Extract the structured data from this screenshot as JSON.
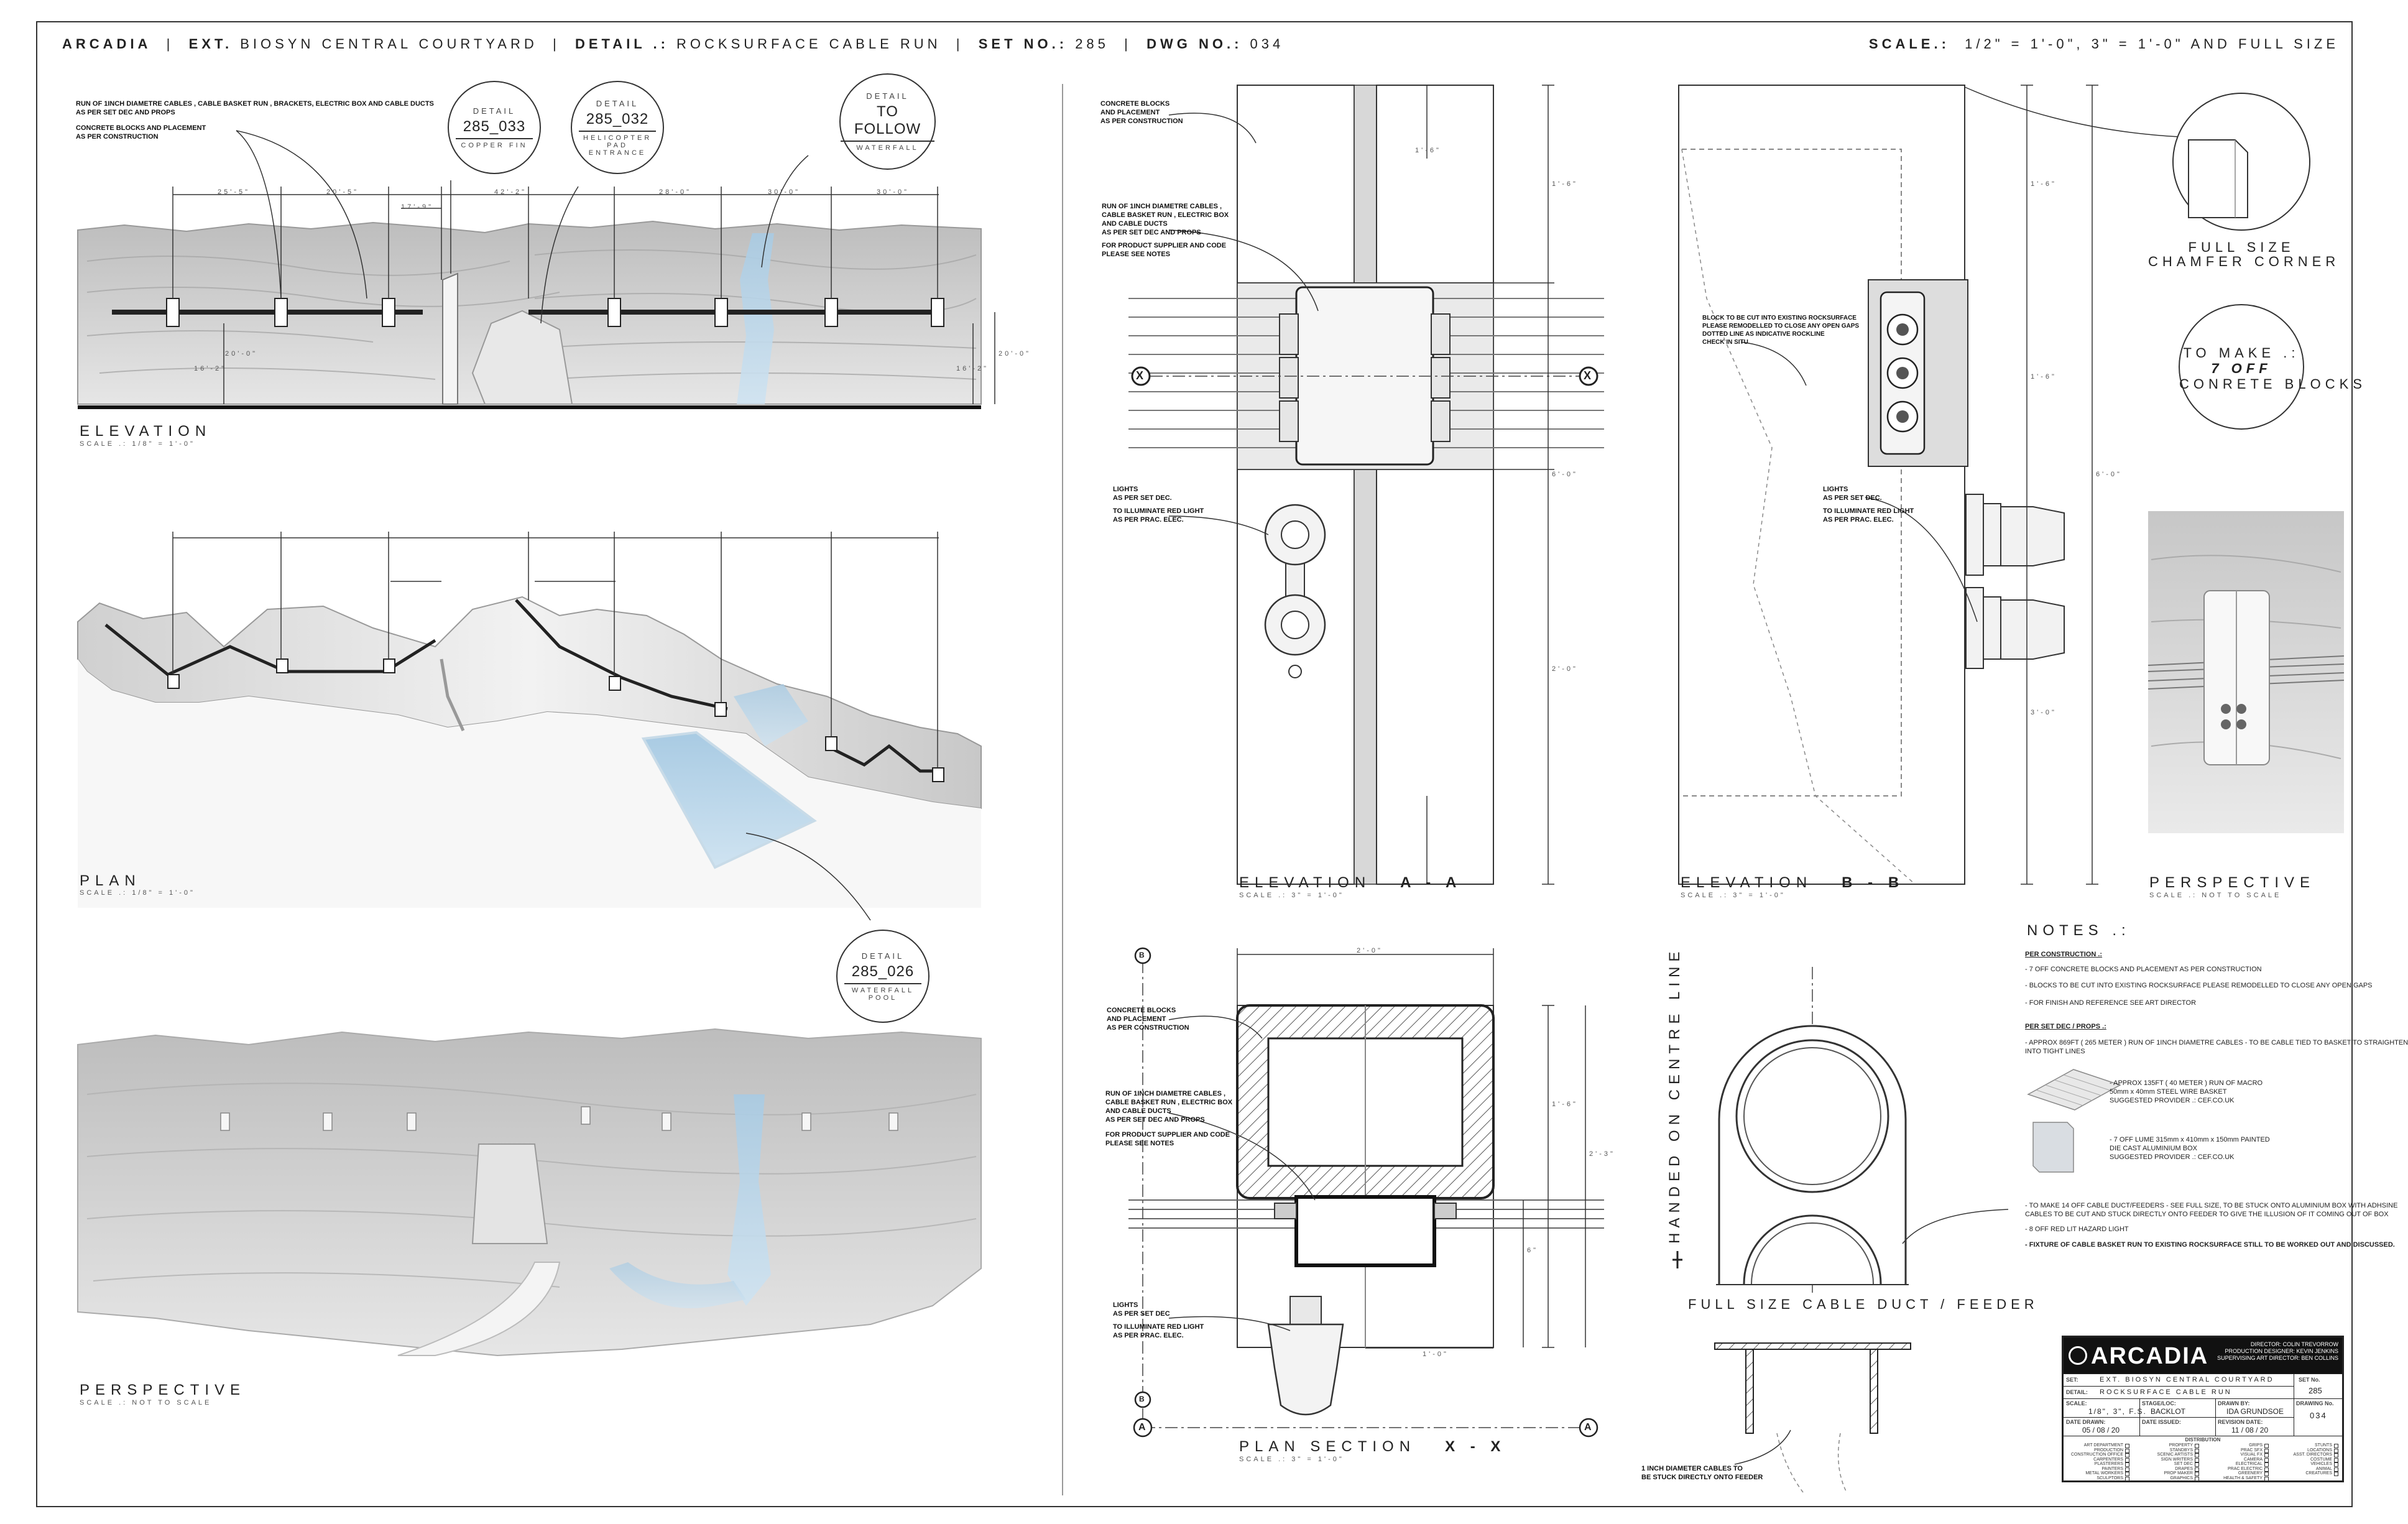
{
  "header": {
    "project": "ARCADIA",
    "ext_label": "EXT.",
    "ext_value": "BIOSYN CENTRAL COURTYARD",
    "detail_label": "DETAIL .:",
    "detail_value": "ROCKSURFACE CABLE RUN",
    "set_label": "SET NO.:",
    "set_value": "285",
    "dwg_label": "DWG NO.:",
    "dwg_value": "034",
    "scale_label": "SCALE.:",
    "scale_value": "1/2\" = 1'-0\",  3\" = 1'-0\"  AND FULL SIZE"
  },
  "left_panel": {
    "note_cables": "RUN OF 1INCH DIAMETRE CABLES , CABLE BASKET RUN , BRACKETS, ELECTRIC BOX AND CABLE DUCTS\nAS PER SET DEC AND PROPS",
    "note_blocks": "CONCRETE BLOCKS AND PLACEMENT\nAS PER CONSTRUCTION",
    "bubbles": [
      {
        "label": "DETAIL",
        "number": "285_033",
        "sub": "COPPER FIN"
      },
      {
        "label": "DETAIL",
        "number": "285_032",
        "sub": "HELICOPTER PAD ENTRANCE"
      },
      {
        "label": "DETAIL",
        "number": "TO FOLLOW",
        "sub": "WATERFALL"
      },
      {
        "label": "DETAIL",
        "number": "285_026",
        "sub": "WATERFALL POOL"
      }
    ],
    "elevation_title": "ELEVATION",
    "elevation_scale": "SCALE .: 1/8\" = 1'-0\"",
    "plan_title": "PLAN",
    "plan_scale": "SCALE .: 1/8\" = 1'-0\"",
    "perspective_title": "PERSPECTIVE",
    "perspective_scale": "SCALE .: NOT TO SCALE",
    "dims_top": [
      "25'-5\"",
      "20'-5\"",
      "17'-9\"",
      "42'-2\"",
      "28'-0\"",
      "30'-0\"",
      "30'-0\""
    ],
    "dims_side": [
      "16'-2\"",
      "20'-0\"",
      "16'-2\"",
      "20'-0\""
    ]
  },
  "elevation_aa": {
    "note_blocks": "CONCRETE BLOCKS\nAND PLACEMENT\nAS PER CONSTRUCTION",
    "note_cables": "RUN OF 1INCH DIAMETRE CABLES ,\nCABLE BASKET RUN , ELECTRIC BOX\nAND CABLE DUCTS\nAS PER SET DEC AND PROPS",
    "note_supplier": "FOR PRODUCT SUPPLIER AND CODE\nPLEASE SEE NOTES",
    "note_lights": "LIGHTS\nAS PER SET DEC.",
    "note_red": "TO ILLUMINATE RED LIGHT\nAS PER PRAC. ELEC.",
    "title": "ELEVATION",
    "title_ref": "A - A",
    "scale": "SCALE .: 3\" = 1'-0\"",
    "section_marker": "X",
    "dims": [
      "1'-6\"",
      "1'-6\"",
      "2'-0\"",
      "6'-0\""
    ]
  },
  "elevation_bb": {
    "note_cut": "BLOCK TO BE CUT INTO EXISTING ROCKSURFACE\nPLEASE REMODELLED TO CLOSE ANY OPEN GAPS\nDOTTED LINE AS INDICATIVE ROCKLINE\nCHECK IN SITU",
    "note_lights": "LIGHTS\nAS PER SET DEC.",
    "note_red": "TO ILLUMINATE RED LIGHT\nAS PER PRAC. ELEC.",
    "title": "ELEVATION",
    "title_ref": "B - B",
    "scale": "SCALE .: 3\" = 1'-0\"",
    "dims": [
      "1'-6\"",
      "1'-6\"",
      "3'-0\"",
      "6'-0\""
    ]
  },
  "chamfer": {
    "line1": "FULL SIZE",
    "line2": "CHAMFER CORNER"
  },
  "make_bubble": {
    "line1": "TO MAKE .:",
    "line2": "7 OFF",
    "line3": "CONRETE BLOCKS"
  },
  "perspective_right": {
    "title": "PERSPECTIVE",
    "scale": "SCALE .: NOT TO SCALE"
  },
  "plan_section": {
    "note_blocks": "CONCRETE BLOCKS\nAND PLACEMENT\nAS PER CONSTRUCTION",
    "note_cables": "RUN OF 1INCH DIAMETRE CABLES ,\nCABLE BASKET RUN , ELECTRIC BOX\nAND CABLE DUCTS\nAS PER SET DEC AND PROPS",
    "note_supplier": "FOR PRODUCT SUPPLIER AND CODE\nPLEASE SEE NOTES",
    "note_lights": "LIGHTS\nAS PER SET DEC",
    "note_red": "TO ILLUMINATE RED LIGHT\nAS PER PRAC. ELEC.",
    "title": "PLAN SECTION",
    "title_ref": "X - X",
    "scale": "SCALE .: 3\" = 1'-0\"",
    "marker_a": "A",
    "marker_b": "B",
    "dims": [
      "2'-0\"",
      "1'-6\"",
      "2'-3\"",
      "6\"",
      "1'-0\""
    ]
  },
  "duct": {
    "vertical_label": "HANDED ON CENTRE LINE",
    "title": "FULL SIZE CABLE DUCT / FEEDER",
    "note": "1 INCH DIAMETER CABLES TO\nBE STUCK DIRECTLY ONTO FEEDER"
  },
  "notes": {
    "heading": "NOTES .:",
    "construction_heading": "PER CONSTRUCTION .:",
    "construction": [
      "- 7 OFF CONCRETE BLOCKS AND PLACEMENT AS PER CONSTRUCTION",
      "- BLOCKS TO BE CUT INTO EXISTING ROCKSURFACE PLEASE REMODELLED TO CLOSE ANY OPEN GAPS",
      "- FOR FINISH AND REFERENCE SEE ART DIRECTOR"
    ],
    "setdec_heading": "PER SET DEC / PROPS .:",
    "setdec": [
      "- APPROX 869FT ( 265 METER ) RUN OF 1INCH DIAMETRE CABLES - TO BE CABLE TIED TO BASKET TO STRAIGHTEN",
      "  INTO TIGHT LINES"
    ],
    "basket": "- APPROX 135FT ( 40 METER ) RUN OF MACRO\n  50mm x 40mm STEEL WIRE BASKET\n  SUGGESTED PROVIDER .: CEF.CO.UK",
    "box": "- 7 OFF LUME 315mm x 410mm x 150mm PAINTED\n  DIE CAST ALUMINIUM BOX\n  SUGGESTED PROVIDER .: CEF.CO.UK",
    "more": [
      "- TO MAKE 14 OFF CABLE DUCT/FEEDERS - SEE FULL SIZE, TO BE STUCK ONTO ALUMINIUM BOX WITH ADHSINE",
      "  CABLES TO BE CUT AND STUCK DIRECTLY ONTO FEEDER TO GIVE THE ILLUSION OF IT COMING OUT OF BOX",
      "- 8 OFF RED LIT HAZARD LIGHT"
    ],
    "last": "- FIXTURE OF CABLE BASKET RUN TO EXISTING ROCKSURFACE STILL TO BE WORKED OUT AND DISCUSSED."
  },
  "titleblock": {
    "logo": "ARCADIA",
    "credits": "DIRECTOR: COLIN TREVORROW\nPRODUCTION DESIGNER: KEVIN JENKINS\nSUPERVISING ART DIRECTOR: BEN COLLINS",
    "set_label": "SET:",
    "set_value": "EXT. BIOSYN CENTRAL COURTYARD",
    "setno_label": "SET No.",
    "setno_value": "285",
    "detail_label": "DETAIL:",
    "detail_value": "ROCKSURFACE CABLE RUN",
    "scale_label": "SCALE:",
    "scale_value": "1/8\", 3\", F.S.",
    "stage_label": "STAGE/LOC:",
    "stage_value": "BACKLOT",
    "drawn_label": "DRAWN BY:",
    "drawn_value": "IDA GRUNDSOE",
    "drawingno_label": "DRAWING No.",
    "drawingno_value": "034",
    "date_label": "DATE DRAWN:",
    "date_value": "05 / 08 / 20",
    "issued_label": "DATE ISSUED:",
    "issued_value": "",
    "rev_label": "REVISION DATE:",
    "rev_value": "11 / 08 / 20",
    "dist_heading": "DISTRIBUTION",
    "dist_col1": [
      "ART DEPARTMENT",
      "PRODUCTION",
      "CONSTRUCTION OFFICE",
      "CARPENTERS",
      "PLASTERERS",
      "PAINTERS",
      "METAL WORKERS",
      "SCULPTORS"
    ],
    "dist_col2": [
      "PROPERTY",
      "STANDBYS",
      "SCENIC ARTISTS",
      "SIGN WRITERS",
      "SET DEC",
      "DRAPES",
      "PROP MAKER",
      "GRAPHICS"
    ],
    "dist_col3": [
      "GRIPS",
      "PRAC SFX",
      "VISUAL FX",
      "CAMERA",
      "ELECTRICAL",
      "PRAC ELECTRIC",
      "GREENERY",
      "HEALTH & SAFETY"
    ],
    "dist_col4": [
      "STUNTS",
      "LOCATIONS",
      "ASST. DIRECTORS",
      "COSTUME",
      "VEHICLES",
      "ANIMAL",
      "CREATURES",
      ""
    ]
  }
}
